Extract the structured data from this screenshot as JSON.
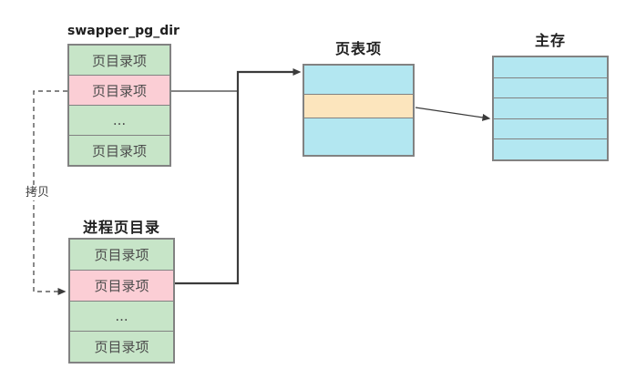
{
  "diagram": {
    "colors": {
      "green": "#c7e5c8",
      "pink": "#fbced5",
      "cyan": "#b3e7f1",
      "orange": "#fce5bd",
      "border": "#828282",
      "line": "#3b3b3b",
      "row-text": "#4c4c4c",
      "title-text": "#1f1f1f"
    },
    "tables": {
      "swapper": {
        "title": "swapper_pg_dir",
        "rows": [
          {
            "label": "页目录项",
            "color": "green"
          },
          {
            "label": "页目录项",
            "color": "pink"
          },
          {
            "label": "...",
            "color": "green"
          },
          {
            "label": "页目录项",
            "color": "green"
          }
        ]
      },
      "process": {
        "title": "进程页目录",
        "rows": [
          {
            "label": "页目录项",
            "color": "green"
          },
          {
            "label": "页目录项",
            "color": "pink"
          },
          {
            "label": "...",
            "color": "green"
          },
          {
            "label": "页目录项",
            "color": "green"
          }
        ]
      },
      "pagetable": {
        "title": "页表项",
        "rows": [
          {
            "label": "",
            "color": "cyan"
          },
          {
            "label": "",
            "color": "orange"
          },
          {
            "label": "",
            "color": "cyan"
          }
        ]
      },
      "memory": {
        "title": "主存",
        "rows": [
          {
            "label": "",
            "color": "cyan"
          },
          {
            "label": "",
            "color": "cyan"
          },
          {
            "label": "",
            "color": "cyan"
          },
          {
            "label": "",
            "color": "cyan"
          },
          {
            "label": "",
            "color": "cyan"
          }
        ]
      }
    },
    "copy_label": "拷贝"
  }
}
